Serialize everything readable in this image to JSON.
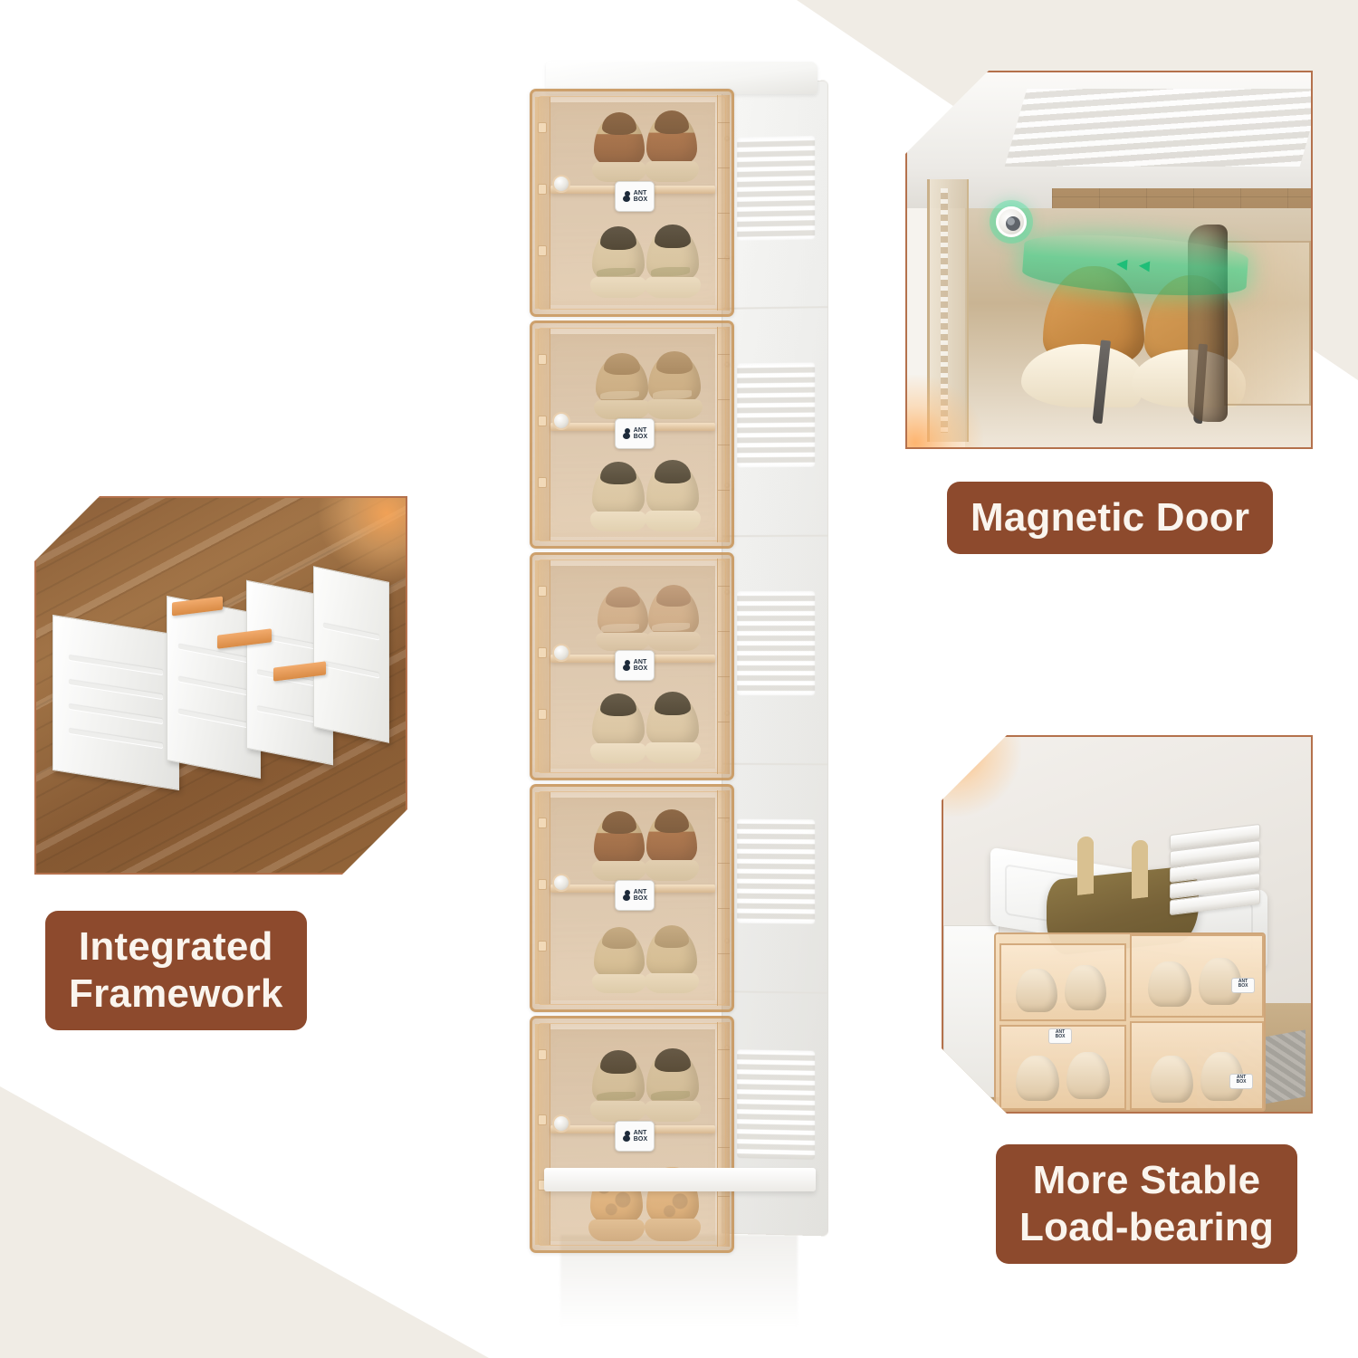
{
  "page": {
    "type": "product-infographic",
    "background_color": "#ffffff",
    "accent_color": "#8d4a2d",
    "frame_border_color": "#b4714c"
  },
  "features": [
    {
      "id": "integrated-framework",
      "label": "Integrated\nFramework",
      "photo_alt": "White folded plastic frame panels with orange pull tabs on a wooden floor"
    },
    {
      "id": "magnetic-door",
      "label": "Magnetic Door",
      "photo_alt": "Close-up of shoe box interior with high heels and green magnetic attraction arrows toward a round magnet"
    },
    {
      "id": "more-stable-load-bearing",
      "label": "More Stable\nLoad-bearing",
      "photo_alt": "Shoe cabinet holding a brown duffel bag and a stack of white books on top"
    }
  ],
  "product": {
    "name": "ANT BOX stackable shoe storage tower",
    "brand_tag": {
      "line1": "ANT",
      "line2": "BOX",
      "icon": "ant-logo-icon"
    },
    "module_count": 5,
    "pairs_per_module": 2,
    "total_pairs": 10,
    "door_color": "#c89260",
    "body_color": "#f2f1ee",
    "modules": [
      {
        "index": 1,
        "top_shoe": "tan-and-brown-duck-boot",
        "bottom_shoe": "beige-olive-sneaker"
      },
      {
        "index": 2,
        "top_shoe": "tan-sneaker",
        "bottom_shoe": "cream-sneaker"
      },
      {
        "index": 3,
        "top_shoe": "blush-sneaker",
        "bottom_shoe": "cream-sneaker"
      },
      {
        "index": 4,
        "top_shoe": "tan-and-brown-duck-boot",
        "bottom_shoe": "tan-loafer"
      },
      {
        "index": 5,
        "top_shoe": "beige-olive-sneaker",
        "bottom_shoe": "floral-print-boot"
      }
    ]
  },
  "magnetic_door_detail": {
    "magnet_label": "magnet-icon",
    "airflow_color": "#38d68e",
    "arrow_glyph": "◄◄"
  },
  "load_bearing_detail": {
    "bag": "brown-duffel-bag",
    "books": "stack-of-white-books",
    "cabinet_tags": [
      "ANT BOX",
      "ANT BOX",
      "ANT BOX"
    ]
  }
}
